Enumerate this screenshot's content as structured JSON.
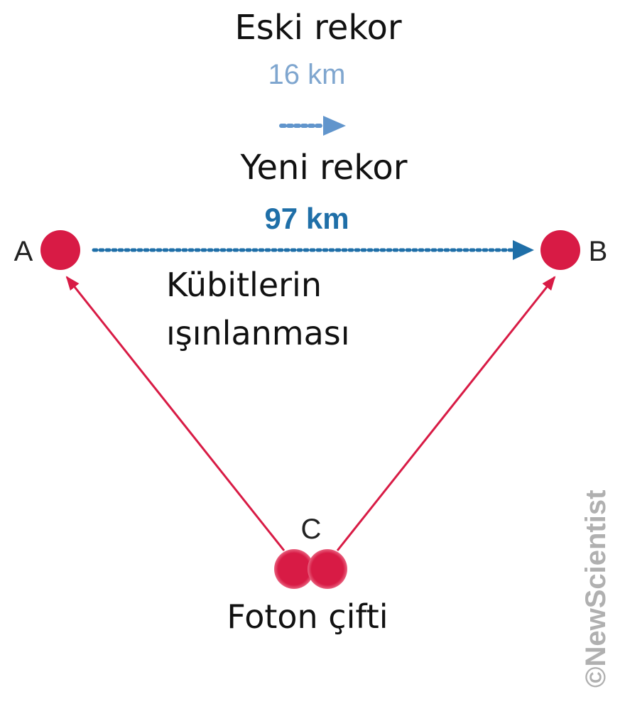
{
  "old_record": {
    "label": "Eski rekor",
    "distance": "16 km"
  },
  "new_record": {
    "label": "Yeni rekor",
    "distance": "97 km"
  },
  "nodes": {
    "a": "A",
    "b": "B",
    "c": "C"
  },
  "teleport_label": {
    "line1": "Kübitlerin",
    "line2": "ışınlanması"
  },
  "photon_pair_label": "Foton çifti",
  "watermark": "©NewScientist",
  "colors": {
    "node_red": "#d81b45",
    "old_blue": "#7fa6cf",
    "new_blue": "#1f6fa8",
    "text": "#111111",
    "watermark": "#b0b0b0"
  }
}
